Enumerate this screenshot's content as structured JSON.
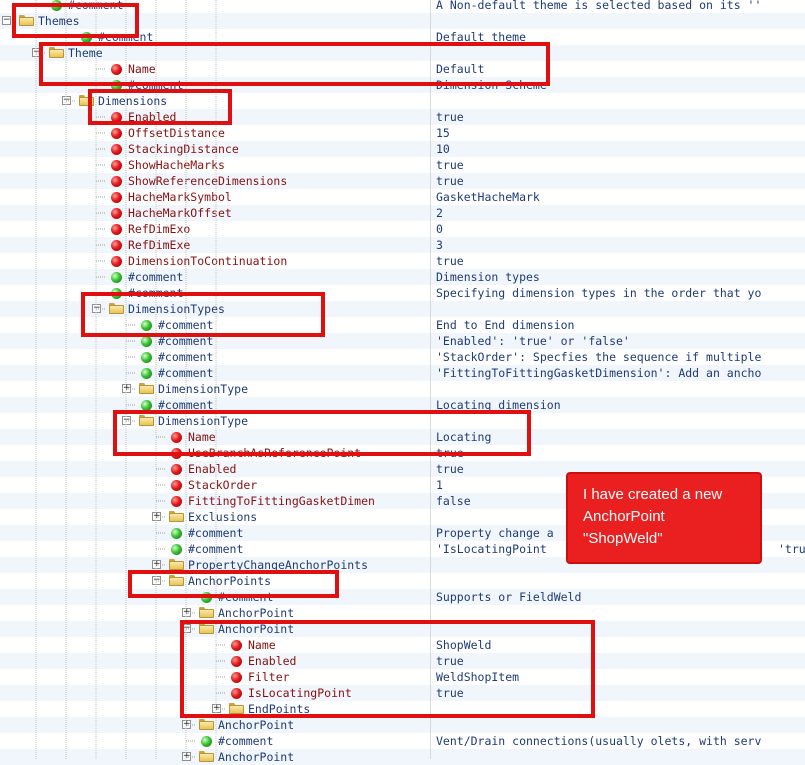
{
  "rows": [
    {
      "icon": "green",
      "label": "#comment",
      "value": "A Non-default theme is selected based on its ''",
      "kind": "cmt"
    },
    {
      "icon": "folder",
      "label": "Themes",
      "value": "",
      "kind": "folder",
      "expander": "minus"
    },
    {
      "icon": "green",
      "label": "#comment",
      "value": "Default theme",
      "kind": "cmt"
    },
    {
      "icon": "folder",
      "label": "Theme",
      "value": "",
      "kind": "folder",
      "expander": "minus"
    },
    {
      "icon": "red",
      "label": "Name",
      "value": "Default",
      "kind": "attr"
    },
    {
      "icon": "green",
      "label": "#comment",
      "value": "Dimension Scheme",
      "kind": "cmt"
    },
    {
      "icon": "folder",
      "label": "Dimensions",
      "value": "",
      "kind": "folder",
      "expander": "minus"
    },
    {
      "icon": "red",
      "label": "Enabled",
      "value": "true",
      "kind": "attr"
    },
    {
      "icon": "red",
      "label": "OffsetDistance",
      "value": "15",
      "kind": "attr"
    },
    {
      "icon": "red",
      "label": "StackingDistance",
      "value": "10",
      "kind": "attr"
    },
    {
      "icon": "red",
      "label": "ShowHacheMarks",
      "value": "true",
      "kind": "attr"
    },
    {
      "icon": "red",
      "label": "ShowReferenceDimensions",
      "value": "true",
      "kind": "attr"
    },
    {
      "icon": "red",
      "label": "HacheMarkSymbol",
      "value": "GasketHacheMark",
      "kind": "attr"
    },
    {
      "icon": "red",
      "label": "HacheMarkOffset",
      "value": "2",
      "kind": "attr"
    },
    {
      "icon": "red",
      "label": "RefDimExo",
      "value": "0",
      "kind": "attr"
    },
    {
      "icon": "red",
      "label": "RefDimExe",
      "value": "3",
      "kind": "attr"
    },
    {
      "icon": "red",
      "label": "DimensionToContinuation",
      "value": "true",
      "kind": "attr"
    },
    {
      "icon": "green",
      "label": "#comment",
      "value": "Dimension types",
      "kind": "cmt"
    },
    {
      "icon": "green",
      "label": "#comment",
      "value": "Specifying dimension types in the order that yo",
      "kind": "cmt"
    },
    {
      "icon": "folder",
      "label": "DimensionTypes",
      "value": "",
      "kind": "folder",
      "expander": "minus"
    },
    {
      "icon": "green",
      "label": "#comment",
      "value": "End to End dimension",
      "kind": "cmt"
    },
    {
      "icon": "green",
      "label": "#comment",
      "value": "'Enabled': 'true' or 'false'",
      "kind": "cmt"
    },
    {
      "icon": "green",
      "label": "#comment",
      "value": "'StackOrder': Specfies the sequence if multiple",
      "kind": "cmt"
    },
    {
      "icon": "green",
      "label": "#comment",
      "value": "'FittingToFittingGasketDimension': Add an ancho",
      "kind": "cmt"
    },
    {
      "icon": "folder",
      "label": "DimensionType",
      "value": "",
      "kind": "folder",
      "expander": "plus"
    },
    {
      "icon": "green",
      "label": "#comment",
      "value": "Locating dimension",
      "kind": "cmt"
    },
    {
      "icon": "folder",
      "label": "DimensionType",
      "value": "",
      "kind": "folder",
      "expander": "minus"
    },
    {
      "icon": "red",
      "label": "Name",
      "value": "Locating",
      "kind": "attr"
    },
    {
      "icon": "red",
      "label": "UseBranchAsReferencePoint",
      "value": "true",
      "kind": "attr"
    },
    {
      "icon": "red",
      "label": "Enabled",
      "value": "true",
      "kind": "attr"
    },
    {
      "icon": "red",
      "label": "StackOrder",
      "value": "1",
      "kind": "attr"
    },
    {
      "icon": "red",
      "label": "FittingToFittingGasketDimen",
      "value": "false",
      "kind": "attr"
    },
    {
      "icon": "folder",
      "label": "Exclusions",
      "value": "",
      "kind": "folder",
      "expander": "plus"
    },
    {
      "icon": "green",
      "label": "#comment",
      "value": "Property change a",
      "kind": "cmt"
    },
    {
      "icon": "green",
      "label": "#comment",
      "value": "'IsLocatingPoint",
      "value2": "'truc",
      "kind": "cmt"
    },
    {
      "icon": "folder",
      "label": "PropertyChangeAnchorPoints",
      "value": "",
      "kind": "folder",
      "expander": "plus"
    },
    {
      "icon": "folder",
      "label": "AnchorPoints",
      "value": "",
      "kind": "folder",
      "expander": "minus"
    },
    {
      "icon": "green",
      "label": "#comment",
      "value": "Supports or FieldWeld",
      "kind": "cmt"
    },
    {
      "icon": "folder",
      "label": "AnchorPoint",
      "value": "",
      "kind": "folder",
      "expander": "plus"
    },
    {
      "icon": "folder",
      "label": "AnchorPoint",
      "value": "",
      "kind": "folder",
      "expander": "minus"
    },
    {
      "icon": "red",
      "label": "Name",
      "value": "ShopWeld",
      "kind": "attr"
    },
    {
      "icon": "red",
      "label": "Enabled",
      "value": "true",
      "kind": "attr"
    },
    {
      "icon": "red",
      "label": "Filter",
      "value": "WeldShopItem",
      "kind": "attr"
    },
    {
      "icon": "red",
      "label": "IsLocatingPoint",
      "value": "true",
      "kind": "attr"
    },
    {
      "icon": "folder",
      "label": "EndPoints",
      "value": "",
      "kind": "folder",
      "expander": "plus"
    },
    {
      "icon": "folder",
      "label": "AnchorPoint",
      "value": "",
      "kind": "folder",
      "expander": "plus"
    },
    {
      "icon": "green",
      "label": "#comment",
      "value": "Vent/Drain connections(usually olets, with serv",
      "kind": "cmt"
    },
    {
      "icon": "folder",
      "label": "AnchorPoint",
      "value": "",
      "kind": "folder",
      "expander": "plus"
    }
  ],
  "callout": {
    "text": "I have created a new\nAnchorPoint\n\"ShopWeld\""
  },
  "colors": {
    "highlight": "#e01010",
    "callout_bg": "#ea1f1f",
    "folder_text": "#1f3b78",
    "attr_text": "#8a1010"
  }
}
